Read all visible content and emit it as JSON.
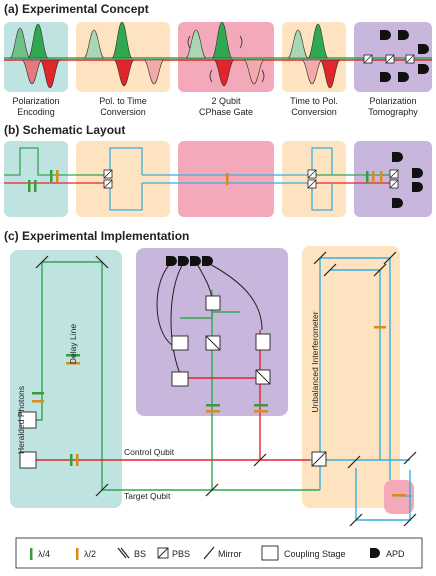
{
  "sections": {
    "a": "(a) Experimental Concept",
    "b": "(b) Schematic Layout",
    "c": "(c) Experimental Implementation"
  },
  "stages": [
    {
      "line1": "Polarization",
      "line2": "Encoding"
    },
    {
      "line1": "Pol. to Time",
      "line2": "Conversion"
    },
    {
      "line1": "2 Qubit",
      "line2": "CPhase Gate"
    },
    {
      "line1": "Time to Pol.",
      "line2": "Conversion"
    },
    {
      "line1": "Polarization",
      "line2": "Tomography"
    }
  ],
  "labels": {
    "delay_line": "Delay Line",
    "heralded": "Heralded Photons",
    "control": "Control Qubit",
    "target": "Target Qubit",
    "interferometer": "Unbalanced Interferometer"
  },
  "legend": {
    "qwp": "λ/4",
    "hwp": "λ/2",
    "bs": "BS",
    "pbs": "PBS",
    "mirror": "Mirror",
    "coupling": "Coupling Stage",
    "apd": "APD"
  },
  "colors": {
    "teal": "#bfe3e0",
    "orange": "#fde3bf",
    "pink": "#f3a9b9",
    "purple": "#c8b6dd",
    "green": "#2fa84f",
    "red": "#e0262a",
    "blue": "#3aaee0",
    "qwp": "#3b9b3b",
    "hwp": "#d98c1a"
  }
}
